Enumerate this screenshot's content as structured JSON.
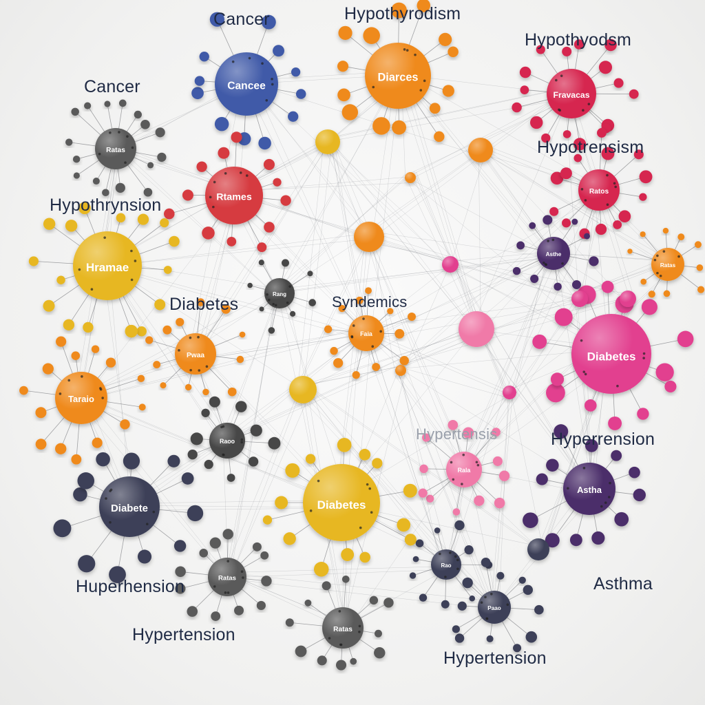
{
  "palette": {
    "blue": "#3f5aa8",
    "orange": "#ef8a1e",
    "red": "#d63a3f",
    "crimson": "#d6284f",
    "gray": "#5a5a5a",
    "yellow": "#e7b722",
    "pink": "#e23f8f",
    "lightpink": "#f07aa8",
    "purple": "#4b2f6b",
    "navy": "#3c4159",
    "darkgray": "#464646"
  },
  "labels": [
    {
      "id": "lbl-cancer-top",
      "text": "Cancer"
    },
    {
      "id": "lbl-hypothyrodism-top",
      "text": "Hypothyrodism"
    },
    {
      "id": "lbl-hypothyodsm",
      "text": "Hypothyodsm"
    },
    {
      "id": "lbl-cancer-left",
      "text": "Cancer"
    },
    {
      "id": "lbl-hypotrensism",
      "text": "Hypotrensism"
    },
    {
      "id": "lbl-hypothrynsion",
      "text": "Hypothrynsion"
    },
    {
      "id": "lbl-diabetes-left",
      "text": "Diabetes"
    },
    {
      "id": "lbl-syndemics",
      "text": "Syndemics"
    },
    {
      "id": "lbl-hypertensis-faint",
      "text": "Hypertensis"
    },
    {
      "id": "lbl-hyperrension",
      "text": "Hyperrension"
    },
    {
      "id": "lbl-asthma",
      "text": "Asthma"
    },
    {
      "id": "lbl-huperhension",
      "text": "Huperhension"
    },
    {
      "id": "lbl-hypertension-left",
      "text": "Hypertension"
    },
    {
      "id": "lbl-hypertension-bottom",
      "text": "Hypertension"
    }
  ],
  "hubs": [
    {
      "id": "cancer",
      "text": "Cancee"
    },
    {
      "id": "diarces",
      "text": "Diarces"
    },
    {
      "id": "hypothyodsm",
      "text": "Fravacas"
    },
    {
      "id": "gray-left",
      "text": "Ratas"
    },
    {
      "id": "red",
      "text": "Rtames"
    },
    {
      "id": "crimson-right",
      "text": "Ratos"
    },
    {
      "id": "yellow-left",
      "text": "Hramae"
    },
    {
      "id": "pink-right",
      "text": "Diabetes"
    },
    {
      "id": "orange-left",
      "text": "Taraio"
    },
    {
      "id": "yellow-center",
      "text": "Diabetes"
    },
    {
      "id": "navy",
      "text": "Diabete"
    },
    {
      "id": "purple-right",
      "text": "Astha"
    },
    {
      "id": "darkgray-bl",
      "text": "Ratas"
    },
    {
      "id": "darkgray-b",
      "text": "Ratas"
    },
    {
      "id": "darkgray-mid",
      "text": "Raoo"
    },
    {
      "id": "orange-mid",
      "text": "Pwaa"
    },
    {
      "id": "purple-small",
      "text": "Asthe"
    },
    {
      "id": "navy-small",
      "text": "Rao"
    },
    {
      "id": "navy-small2",
      "text": "Paao"
    },
    {
      "id": "gray-center",
      "text": "Rang"
    },
    {
      "id": "lightpink-right",
      "text": "Rala"
    },
    {
      "id": "orange-right",
      "text": "Ratas"
    },
    {
      "id": "orange-center",
      "text": "Faia"
    }
  ]
}
